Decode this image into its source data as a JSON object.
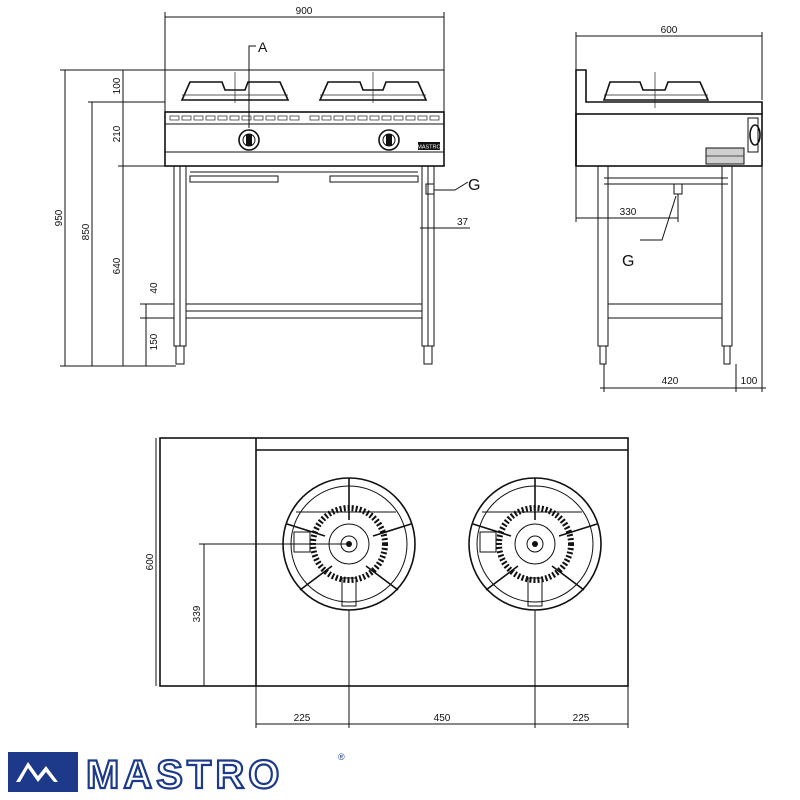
{
  "front_view": {
    "width_dim": "900",
    "label_a": "A",
    "label_g": "G",
    "dims": {
      "d100": "100",
      "d210": "210",
      "d950": "950",
      "d850": "850",
      "d640": "640",
      "d40": "40",
      "d150": "150",
      "d37": "37"
    },
    "badge_text": "MASTRO"
  },
  "side_view": {
    "depth_dim": "600",
    "dim_330": "330",
    "label_g": "G",
    "dim_420": "420",
    "dim_100": "100"
  },
  "top_view": {
    "depth_dim": "600",
    "dim_339": "339",
    "dim_225_left": "225",
    "dim_450": "450",
    "dim_225_right": "225"
  },
  "logo": {
    "text": "MASTRO",
    "registered": "®",
    "colors": {
      "blue": "#1d3a8a",
      "white": "#ffffff"
    }
  }
}
